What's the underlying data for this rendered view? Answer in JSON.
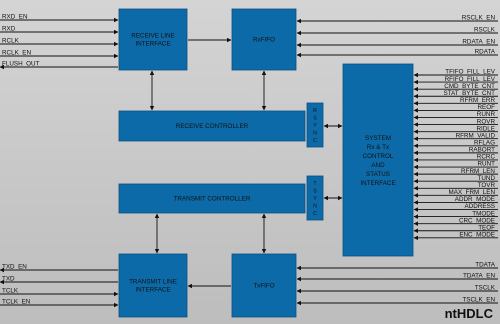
{
  "brand": "ntHDLC",
  "blocks": {
    "rli": [
      "RECEIVE LINE",
      "INTERFACE"
    ],
    "rxfifo": [
      "RxFIFO"
    ],
    "rc": [
      "RECEIVE CONTROLLER"
    ],
    "sys": [
      "SYSTEM",
      "Rx & Tx",
      "CONTROL",
      "AND",
      "STATUS",
      "INTERFACE"
    ],
    "tc": [
      "TRANSMIT CONTROLLER"
    ],
    "tli": [
      "TRANSMIT LINE",
      "INTERFACE"
    ],
    "txfifo": [
      "TxFIFO"
    ],
    "rsync": [
      "R",
      "S",
      "Y",
      "N",
      "C"
    ],
    "tsync": [
      "T",
      "S",
      "Y",
      "N",
      "C"
    ]
  },
  "signals": {
    "left_rx": [
      "RXD_EN",
      "RXD",
      "RCLK",
      "RCLK_EN",
      "FLUSH_OUT"
    ],
    "right_rx": [
      "RSCLK_EN",
      "RSCLK",
      "RDATA_EN",
      "RDATA"
    ],
    "sys_right": [
      "TFIFO_FILL_LEV",
      "RFIFO_FILL_LEV",
      "CMD_BYTE_CNT",
      "STAT_BYTE_CNT",
      "RFRM_ERR",
      "REOF",
      "RUNR",
      "ROVR",
      "RIDLE",
      "RFRM_VALID",
      "RFLAG",
      "RABORT",
      "RCRC",
      "RUNT",
      "RFRM_LEN",
      "TUND",
      "TOVR",
      "MAX_FRM_LEN",
      "ADDR_MODE",
      "ADDRESS",
      "TMODE",
      "CRC_MODE",
      "TEOF",
      "ENC_MODE"
    ],
    "left_tx": [
      "TXD_EN",
      "TXD",
      "TCLK",
      "TCLK_EN"
    ],
    "right_tx": [
      "TDATA",
      "TDATA_EN",
      "TSCLK",
      "TSCLK_EN"
    ]
  }
}
